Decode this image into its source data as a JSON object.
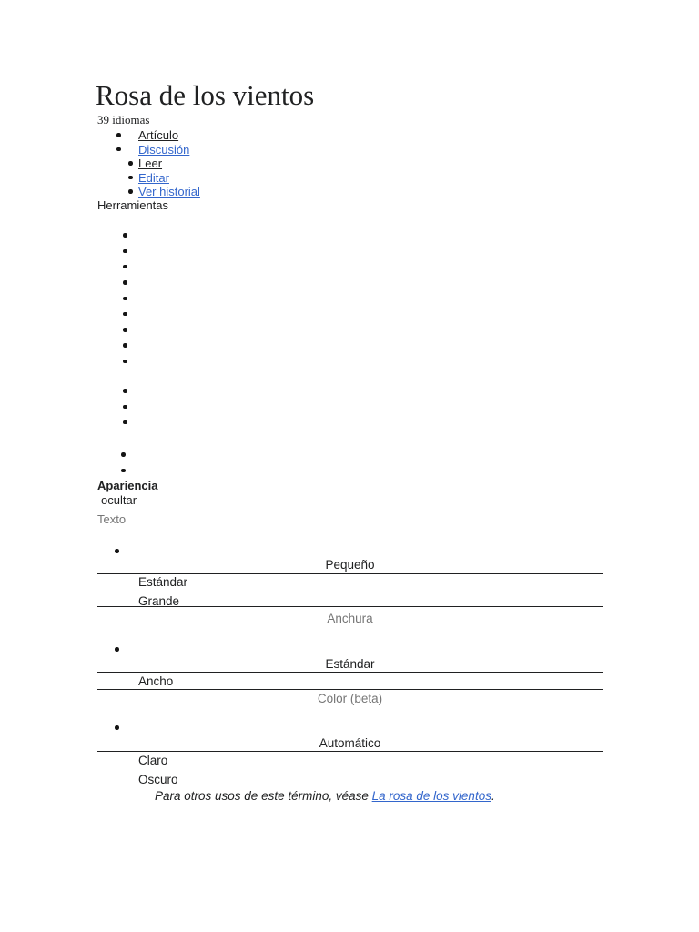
{
  "header": {
    "title": "Rosa de los vientos",
    "languages": "39 idiomas"
  },
  "nav": {
    "items": [
      {
        "label": "Artículo"
      },
      {
        "label": "Discusión"
      },
      {
        "label": "Leer"
      },
      {
        "label": "Editar"
      },
      {
        "label": "Ver historial"
      }
    ]
  },
  "tools": {
    "label": "Herramientas"
  },
  "appearance": {
    "label": "Apariencia",
    "hide": "ocultar",
    "text_legend": "Texto",
    "text_options": {
      "first": "Pequeño",
      "second": "Estándar",
      "third": "Grande"
    },
    "width_legend": "Anchura",
    "width_options": {
      "first": "Estándar",
      "second": "Ancho"
    },
    "color_legend": "Color (beta)",
    "color_options": {
      "first": "Automático",
      "second": "Claro",
      "third": "Oscuro"
    }
  },
  "hatnote": {
    "prefix": "Para otros usos de este término, véase ",
    "link": "La rosa de los vientos",
    "suffix": "."
  },
  "colors": {
    "link_blue": "#3366cc",
    "text": "#202122",
    "gray": "#767676"
  }
}
